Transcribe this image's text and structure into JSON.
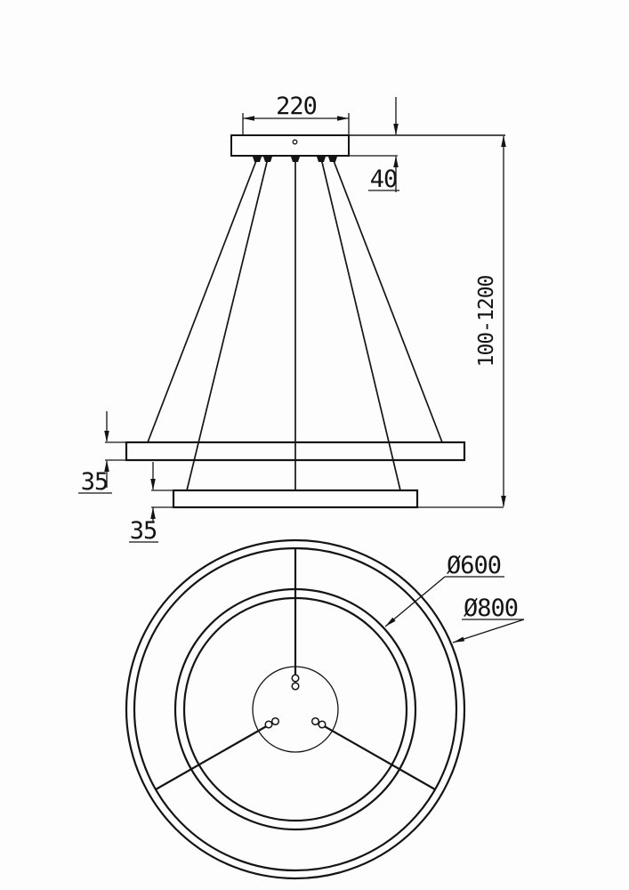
{
  "diagram": {
    "colors": {
      "background": "#fdfdfd",
      "line": "#141414"
    },
    "elevation": {
      "canopy_width": "220",
      "canopy_height": "40",
      "suspension_height_range": "100-1200",
      "outer_ring_thickness": "35",
      "inner_ring_thickness": "35"
    },
    "plan": {
      "inner_ring_diameter": "Ø600",
      "outer_ring_diameter": "Ø800"
    }
  }
}
